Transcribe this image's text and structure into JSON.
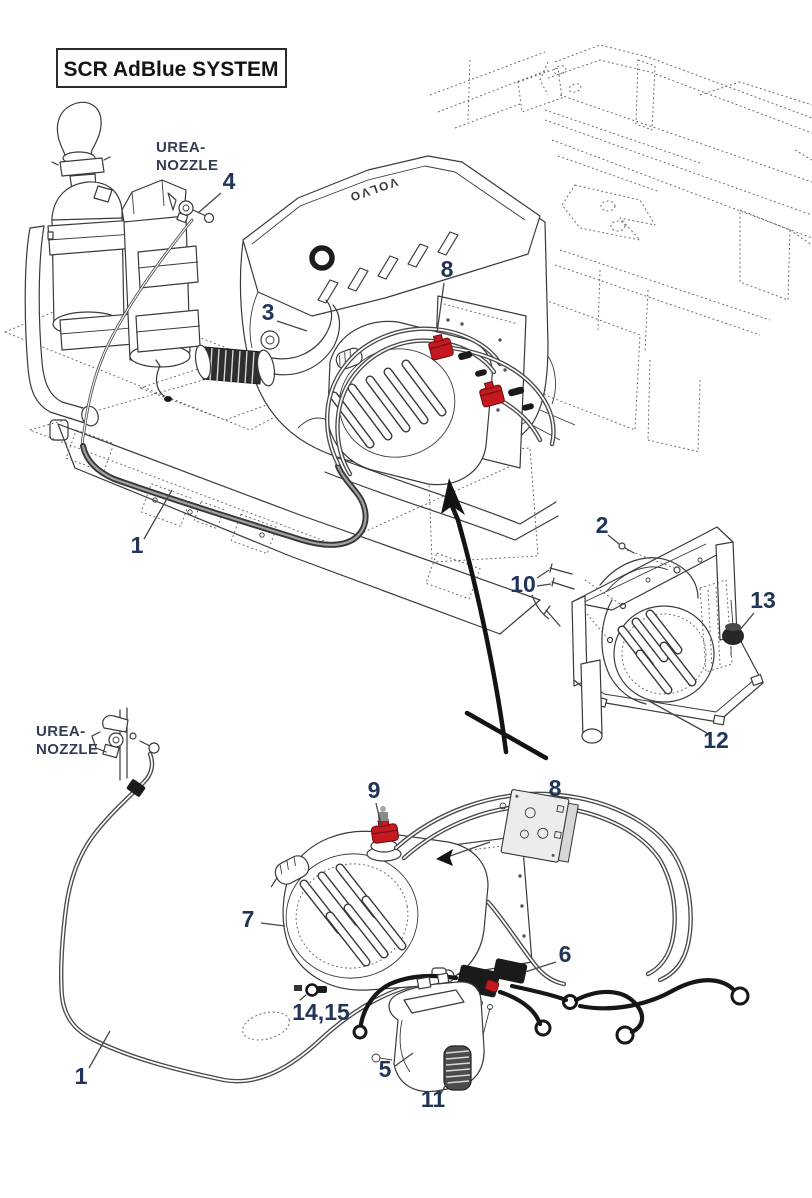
{
  "title": "SCR AdBlue SYSTEM",
  "engine_brand_text": "VOLVO",
  "labels": {
    "urea_nozzle_main": {
      "line1": "UREA-",
      "line2": "NOZZLE"
    },
    "urea_nozzle_schematic": {
      "line1": "UREA-",
      "line2": "NOZZLE"
    }
  },
  "callouts": {
    "main": {
      "n1": "1",
      "n3": "3",
      "n4": "4",
      "n8": "8"
    },
    "detail": {
      "n2": "2",
      "n10": "10",
      "n12": "12",
      "n13": "13"
    },
    "schematic": {
      "n1": "1",
      "n5": "5",
      "n6": "6",
      "n7": "7",
      "n8": "8",
      "n9": "9",
      "n11": "11",
      "n14_15": "14,15"
    }
  },
  "colors": {
    "ink": "#3a3a3a",
    "navy": "#223457",
    "part-red": "#c3191f",
    "harness": "#161616",
    "paper": "#ffffff"
  }
}
